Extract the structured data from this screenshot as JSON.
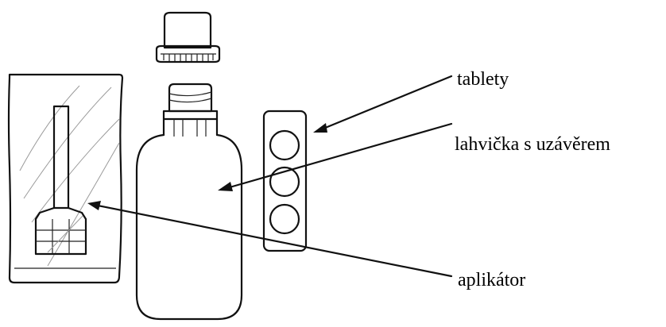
{
  "labels": {
    "tablets": "tablety",
    "bottle": "lahvička s uzávěrem",
    "applicator": "aplikátor"
  },
  "colors": {
    "ink": "#111111",
    "background": "#ffffff"
  }
}
